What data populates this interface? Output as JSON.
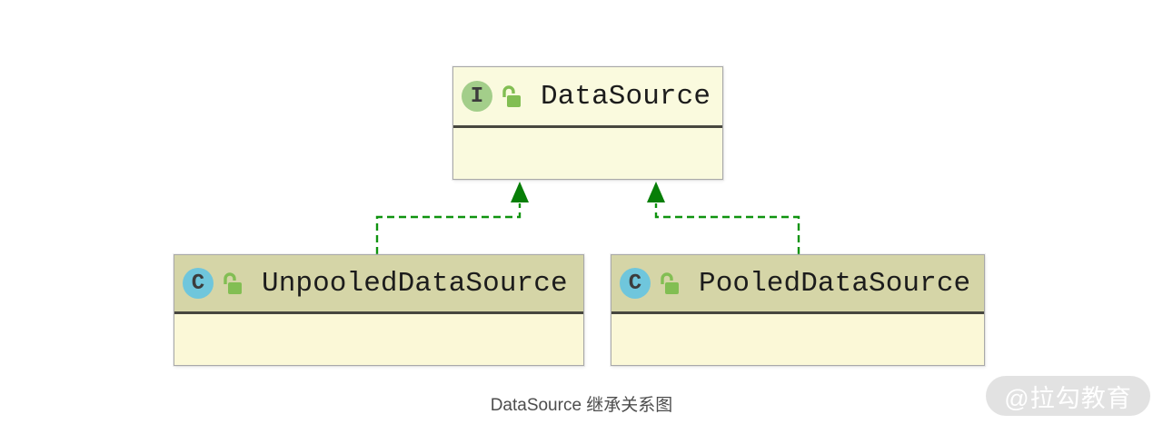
{
  "diagram": {
    "caption": "DataSource 继承关系图",
    "watermark": "@拉勾教育",
    "nodes": [
      {
        "name": "DataSource",
        "type": "interface",
        "badge": "I",
        "visibility": "public-unlocked"
      },
      {
        "name": "UnpooledDataSource",
        "type": "class",
        "badge": "C",
        "visibility": "public-unlocked"
      },
      {
        "name": "PooledDataSource",
        "type": "class",
        "badge": "C",
        "visibility": "public-unlocked"
      }
    ],
    "edges": [
      {
        "from": "UnpooledDataSource",
        "to": "DataSource",
        "relation": "implements",
        "style": "green-dashed-arrow"
      },
      {
        "from": "PooledDataSource",
        "to": "DataSource",
        "relation": "implements",
        "style": "green-dashed-arrow"
      }
    ],
    "colors": {
      "interface_fill": "#FAFADE",
      "class_header_fill": "#D5D5A7",
      "class_body_fill": "#FBF8D7",
      "box_border": "#A9A9A9",
      "separator": "#47473F",
      "arrow_green": "#0F930F",
      "arrowhead_green": "#077E07",
      "interface_badge_bg": "#A3CE8A",
      "class_badge_bg": "#6FC6DC",
      "lock_green": "#82BE53",
      "caption_text": "#4D4D4D",
      "watermark_bg": "#E2E2E2",
      "watermark_text": "#FFFFFF"
    }
  }
}
